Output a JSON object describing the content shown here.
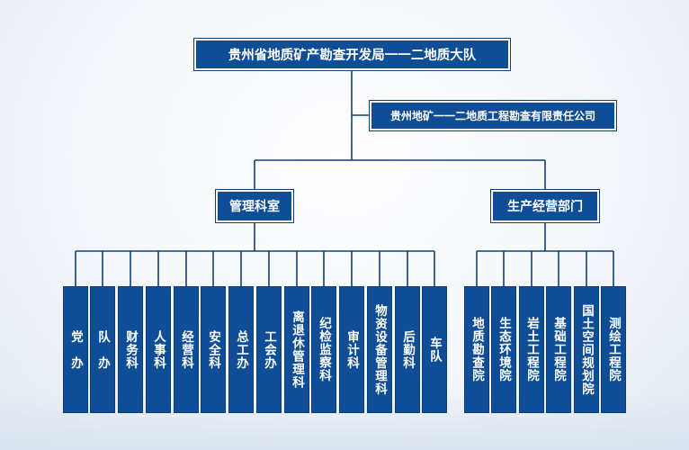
{
  "top": {
    "label": "贵州省地质矿产勘查开发局一一二地质大队"
  },
  "sub": {
    "label": "贵州地矿一一二地质工程勘查有限责任公司"
  },
  "management": {
    "label": "管理科室",
    "units": [
      "党　办",
      "队　办",
      "财务科",
      "人事科",
      "经营科",
      "安全科",
      "总工办",
      "工会办",
      "离退休管理科",
      "纪检监察科",
      "审计科",
      "物资设备管理科",
      "后勤科",
      "车队"
    ]
  },
  "production": {
    "label": "生产经营部门",
    "units": [
      "地质勘查院",
      "生态环境院",
      "岩土工程院",
      "基础工程院",
      "国土空间规划院",
      "测绘工程院"
    ]
  },
  "colors": {
    "box": "#0f4e97",
    "line": "#123f78"
  }
}
